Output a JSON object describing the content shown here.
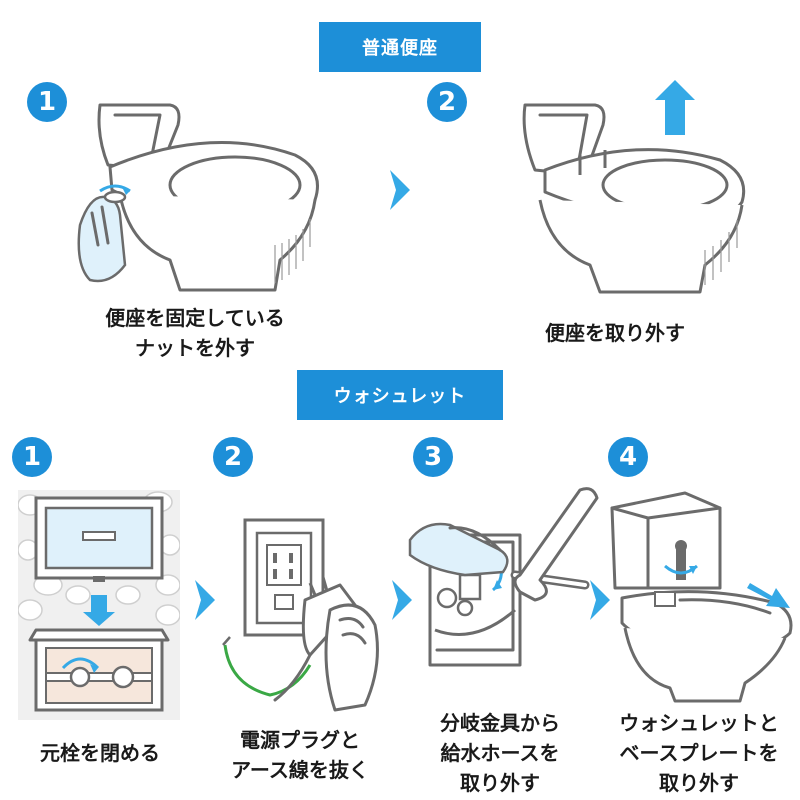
{
  "sections": {
    "normal": {
      "title": "普通便座",
      "steps": [
        {
          "number": "1",
          "caption_lines": [
            "便座を固定している",
            "ナットを外す"
          ]
        },
        {
          "number": "2",
          "caption_lines": [
            "便座を取り外す"
          ]
        }
      ]
    },
    "washlet": {
      "title": "ウォシュレット",
      "steps": [
        {
          "number": "1",
          "caption_lines": [
            "元栓を閉める"
          ]
        },
        {
          "number": "2",
          "caption_lines": [
            "電源プラグと",
            "アース線を抜く"
          ]
        },
        {
          "number": "3",
          "caption_lines": [
            "分岐金具から",
            "給水ホースを",
            "取り外す"
          ]
        },
        {
          "number": "4",
          "caption_lines": [
            "ウォシュレットと",
            "ベースプレートを",
            "取り外す"
          ]
        }
      ]
    }
  },
  "colors": {
    "accent": "#1d8fd8",
    "arrow": "#35a9e6",
    "line": "#6b6b6b"
  }
}
